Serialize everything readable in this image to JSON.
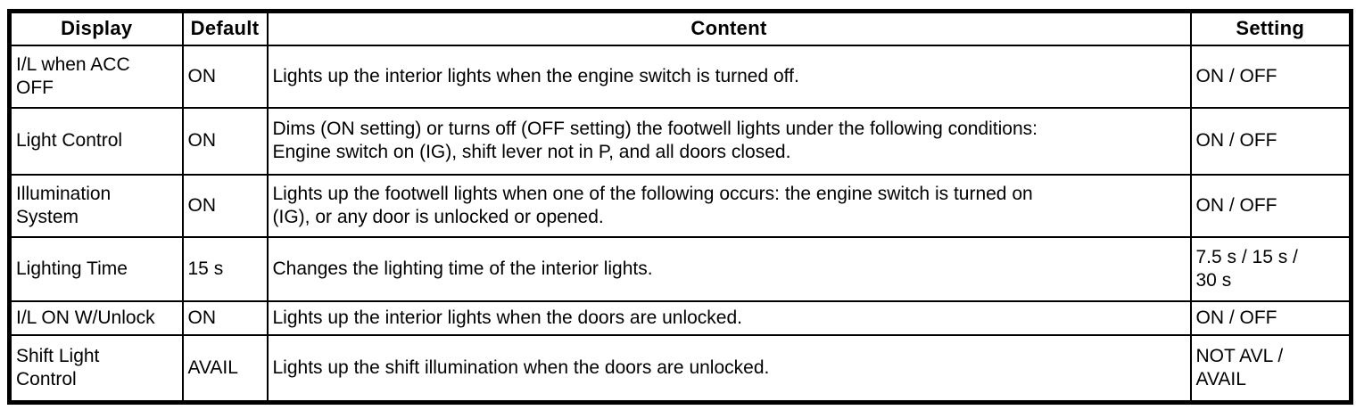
{
  "table": {
    "columns": {
      "display": "Display",
      "default": "Default",
      "content": "Content",
      "setting": "Setting"
    },
    "rows": [
      {
        "display": "I/L when ACC\nOFF",
        "default": "ON",
        "content": "Lights up the interior lights when the engine switch is turned off.",
        "setting": "ON / OFF"
      },
      {
        "display": "Light Control",
        "default": "ON",
        "content": "Dims (ON setting) or turns off (OFF setting) the footwell lights under the following conditions:\nEngine switch on (IG), shift lever not in P, and all doors closed.",
        "setting": "ON / OFF"
      },
      {
        "display": "Illumination\nSystem",
        "default": "ON",
        "content": "Lights up the footwell lights when one of the following occurs: the engine switch is turned on\n(IG), or any door is unlocked or opened.",
        "setting": "ON / OFF"
      },
      {
        "display": "Lighting Time",
        "default": "15 s",
        "content": "Changes the lighting time of the interior lights.",
        "setting": "7.5 s / 15 s /\n30 s"
      },
      {
        "display": "I/L ON W/Unlock",
        "default": "ON",
        "content": "Lights up the interior lights when the doors are unlocked.",
        "setting": "ON / OFF"
      },
      {
        "display": "Shift Light\nControl",
        "default": "AVAIL",
        "content": "Lights up the shift illumination when the doors are unlocked.",
        "setting": "NOT AVL /\nAVAIL"
      }
    ]
  }
}
